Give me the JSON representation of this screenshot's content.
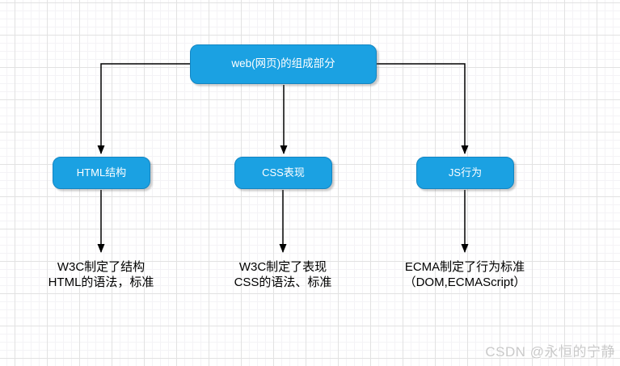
{
  "diagram": {
    "root": {
      "label": "web(网页)的组成部分"
    },
    "branches": [
      {
        "label": "HTML结构",
        "note_line1": "W3C制定了结构",
        "note_line2": "HTML的语法，标准"
      },
      {
        "label": "CSS表现",
        "note_line1": "W3C制定了表现",
        "note_line2": "CSS的语法、标准"
      },
      {
        "label": "JS行为",
        "note_line1": "ECMA制定了行为标准",
        "note_line2": "（DOM,ECMAScript）"
      }
    ],
    "colors": {
      "node_fill": "#1BA1E2",
      "node_border": "#1385C2",
      "node_text": "#ffffff",
      "connector": "#000000",
      "note_text": "#000000",
      "grid_major": "#e2e2e2",
      "grid_minor": "#f4f3f6",
      "background": "#ffffff"
    }
  },
  "watermark": {
    "text": "CSDN @永恒的宁静",
    "color": "#c9c9c9"
  }
}
